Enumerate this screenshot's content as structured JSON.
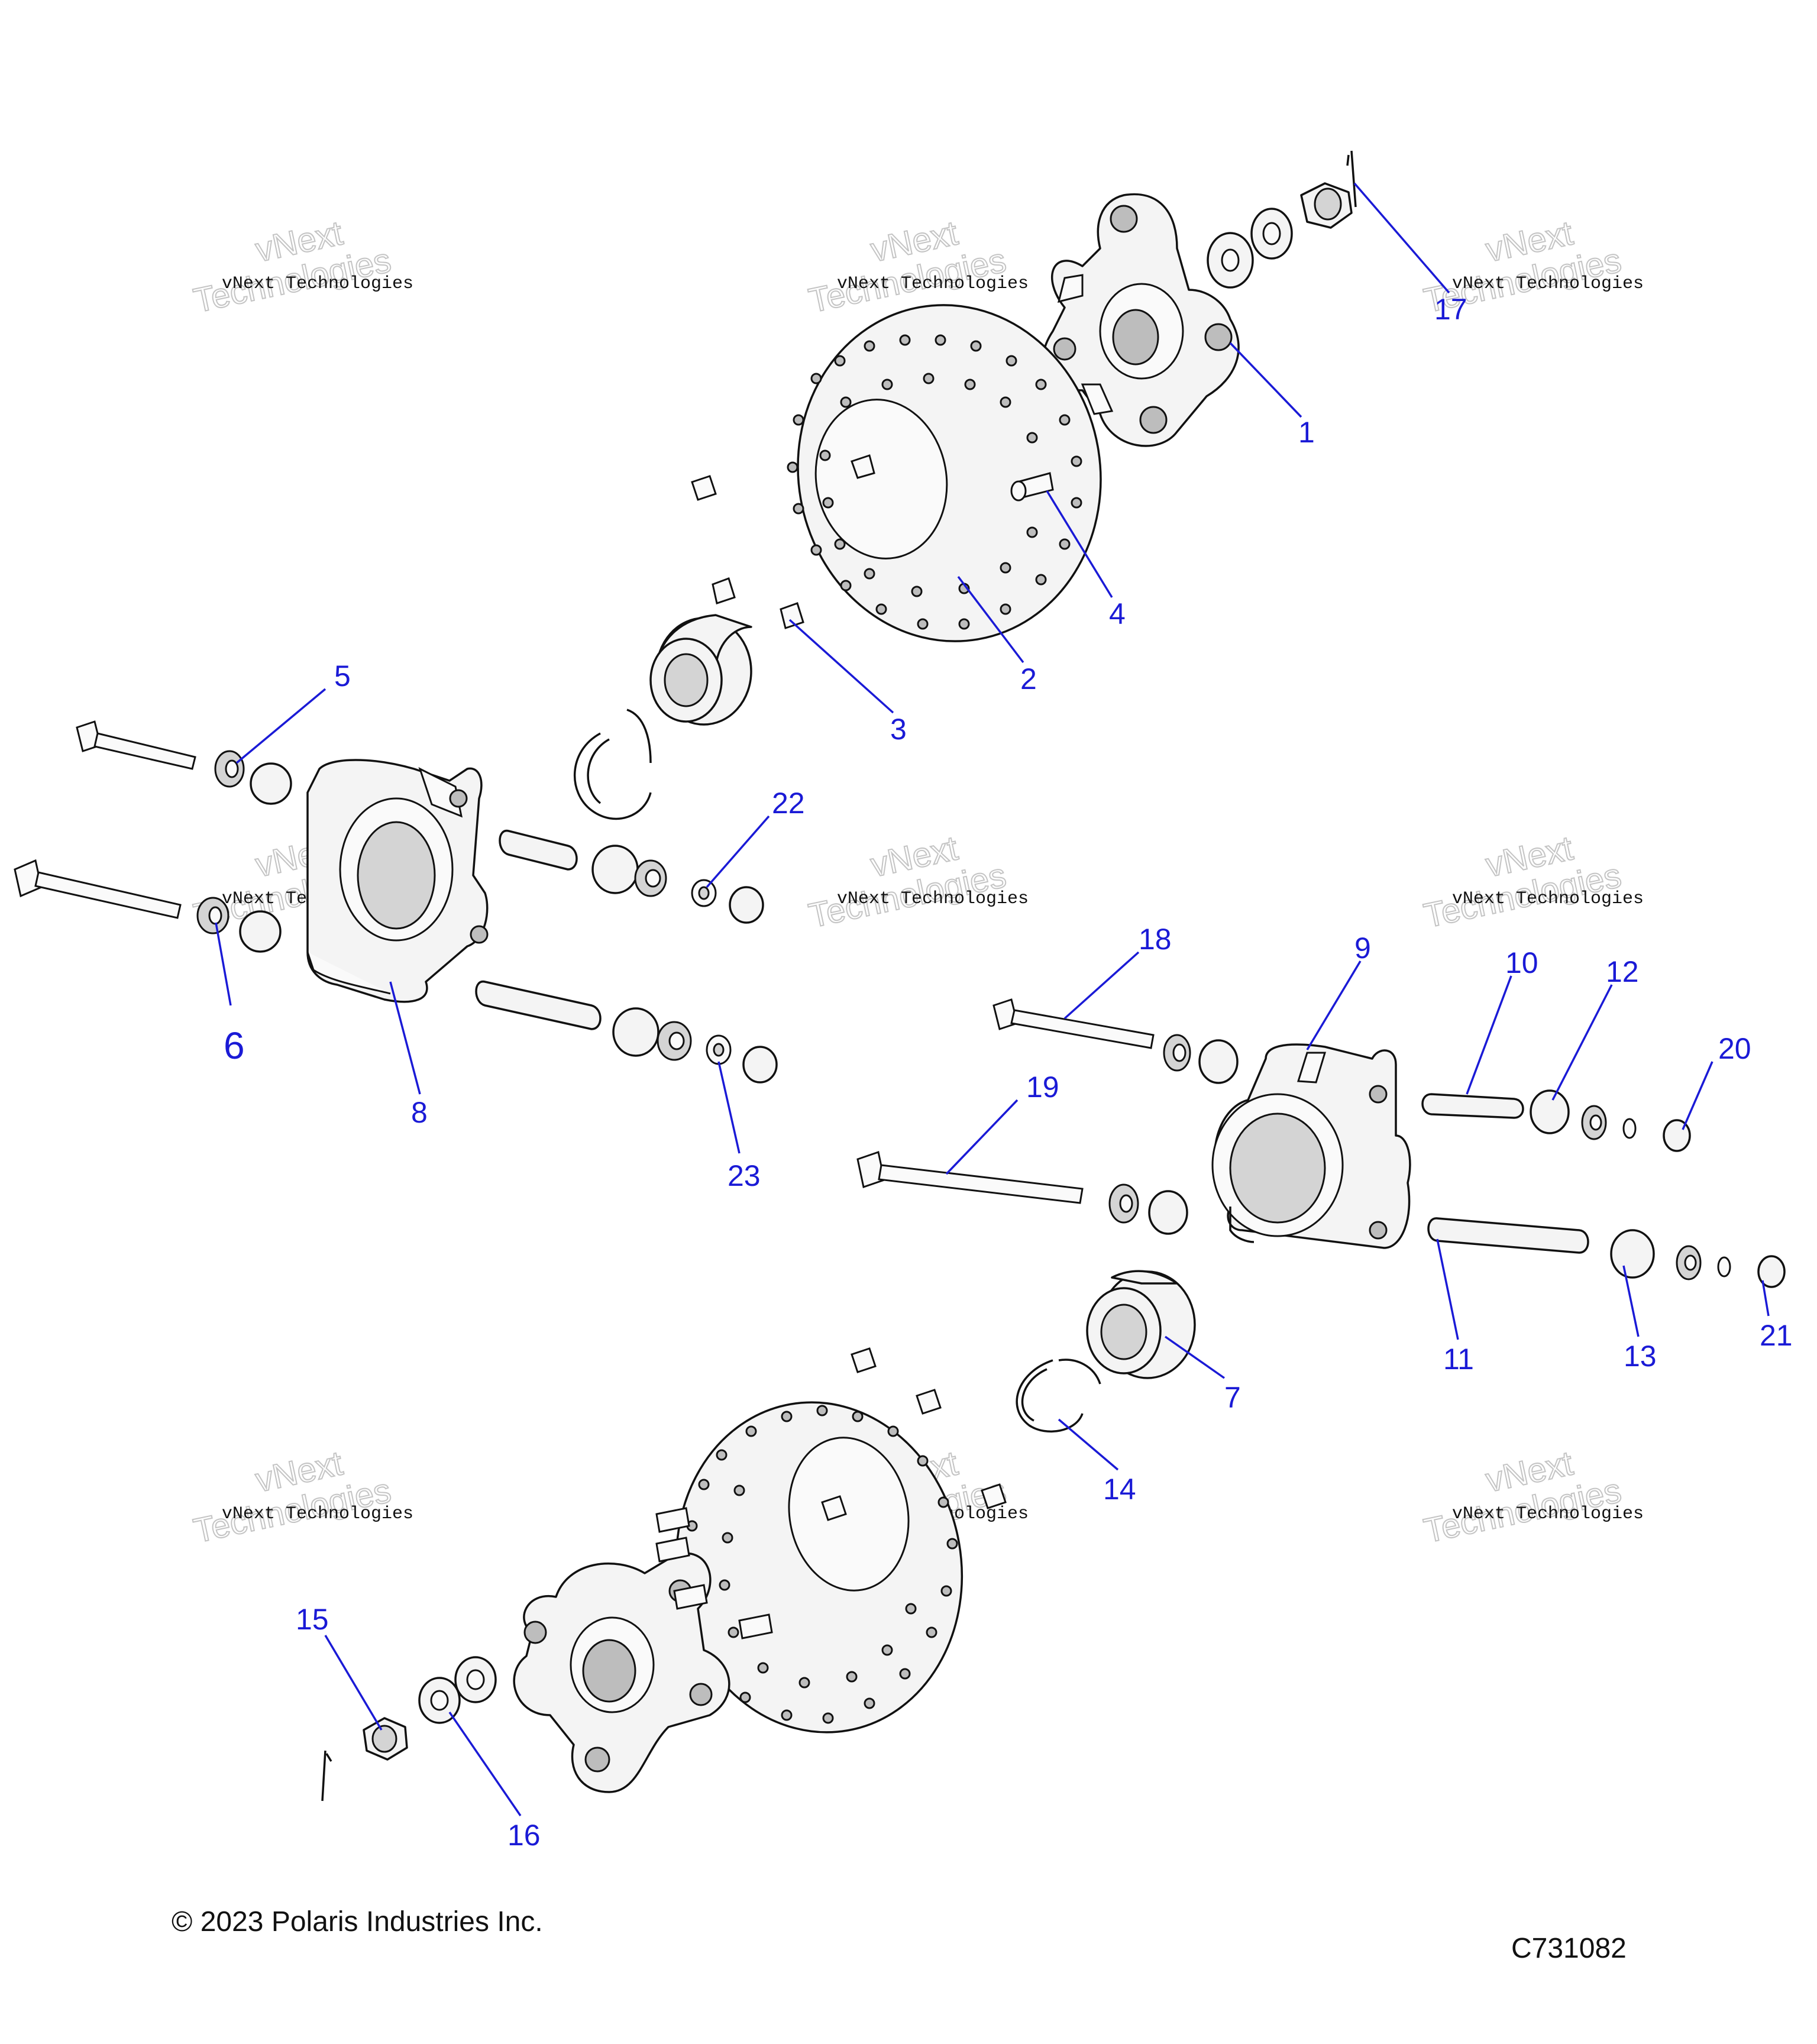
{
  "watermark": {
    "small": "vNext Technologies",
    "big_line1": "vNext",
    "big_line2": "Technologies"
  },
  "callouts": [
    "1",
    "2",
    "3",
    "4",
    "5",
    "6",
    "7",
    "8",
    "9",
    "10",
    "11",
    "12",
    "13",
    "14",
    "15",
    "16",
    "17",
    "18",
    "19",
    "20",
    "21",
    "22",
    "23"
  ],
  "footer": {
    "copyright": "© 2023 Polaris Industries Inc.",
    "diagram_code": "C731082"
  },
  "colors": {
    "callout": "#1a1ad6",
    "line_art": "#111111",
    "shading": "#d4d4d4"
  }
}
